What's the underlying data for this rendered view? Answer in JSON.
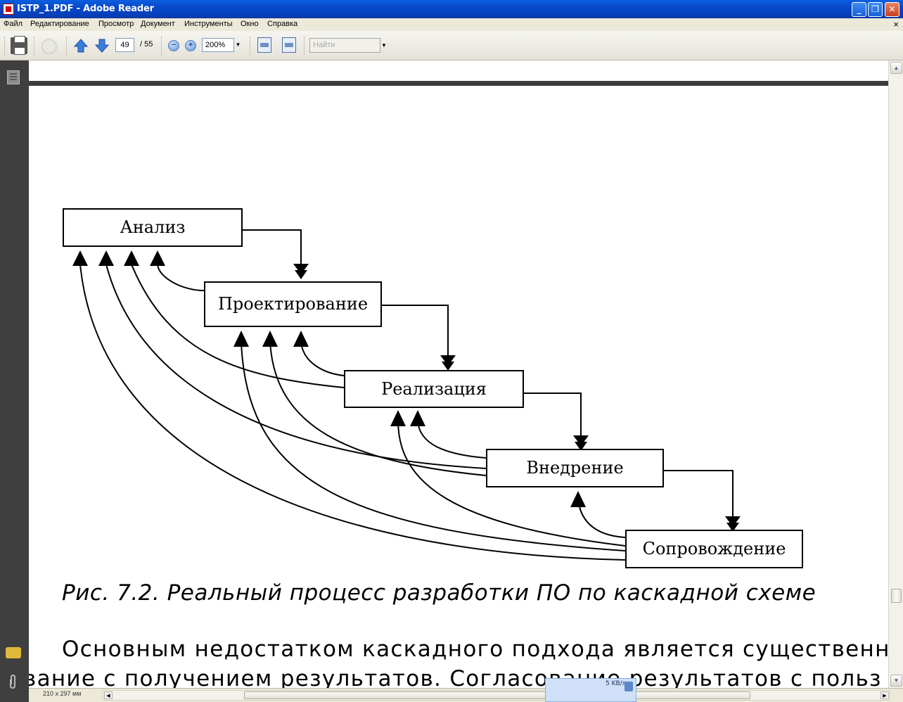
{
  "window": {
    "title": "ISTP_1.PDF - Adobe Reader",
    "min_label": "_",
    "max_label": "❐",
    "close_label": "✕"
  },
  "menu": {
    "items": [
      "Файл",
      "Редактирование",
      "Просмотр",
      "Документ",
      "Инструменты",
      "Окно",
      "Справка"
    ],
    "doc_close": "×"
  },
  "toolbar": {
    "page_current": "49",
    "page_total": "/ 55",
    "zoom_value": "200%",
    "zoom_out": "−",
    "zoom_in": "+",
    "search_placeholder": "Найти"
  },
  "document": {
    "diagram": {
      "boxes": [
        "Анализ",
        "Проектирование",
        "Реализация",
        "Внедрение",
        "Сопровождение"
      ]
    },
    "caption": "Рис. 7.2. Реальный процесс разработки ПО по каскадной схеме",
    "body_line1": "Основным недостатком каскадного подхода является существенн",
    "body_line2": "вание с получением результатов. Согласование результатов с польз"
  },
  "status": {
    "page_size": "210 x 297 мм",
    "net_speed": "5 KB/s"
  },
  "colors": {
    "titlebar": "#0748c9",
    "panel": "#3f3f3f",
    "band": "#3b3b3b"
  }
}
